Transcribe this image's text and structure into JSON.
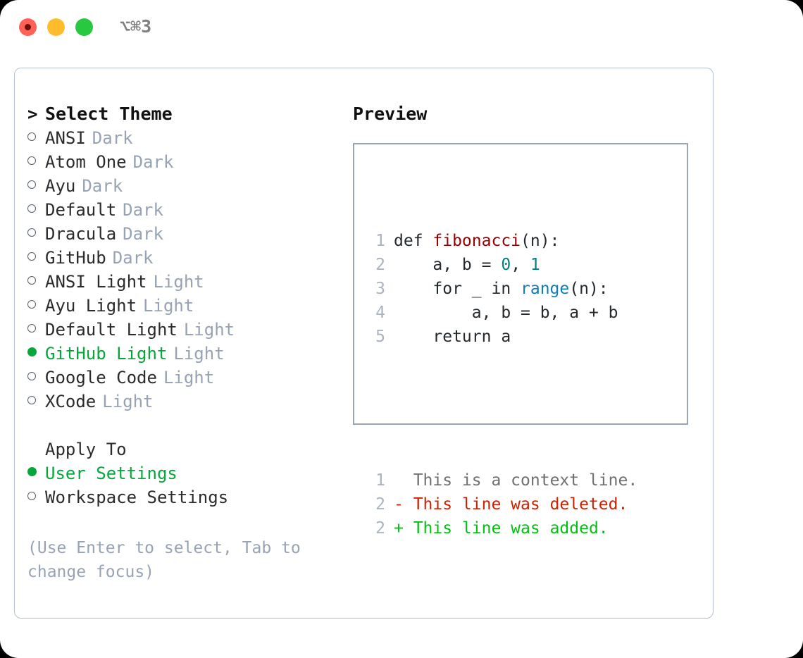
{
  "window": {
    "shortcut": "⌥⌘3",
    "traffic_lights": [
      "close-red",
      "minimize-yellow",
      "maximize-green"
    ],
    "colors": {
      "red": "#ff6058",
      "yellow": "#ffbd2e",
      "green": "#28c840",
      "accent_green": "#07a63c",
      "muted": "#97a3b4",
      "frame_border": "#b6c0cc",
      "preview_border": "#9aa5b1"
    }
  },
  "theme_picker": {
    "header": "Select Theme",
    "header_marker": ">",
    "items": [
      {
        "marker": "radio-off",
        "label": "ANSI",
        "tag": "Dark",
        "selected": false
      },
      {
        "marker": "radio-off",
        "label": "Atom One",
        "tag": "Dark",
        "selected": false
      },
      {
        "marker": "radio-off",
        "label": "Ayu",
        "tag": "Dark",
        "selected": false
      },
      {
        "marker": "radio-off",
        "label": "Default",
        "tag": "Dark",
        "selected": false
      },
      {
        "marker": "radio-off",
        "label": "Dracula",
        "tag": "Dark",
        "selected": false
      },
      {
        "marker": "radio-off",
        "label": "GitHub",
        "tag": "Dark",
        "selected": false
      },
      {
        "marker": "radio-off",
        "label": "ANSI Light",
        "tag": "Light",
        "selected": false
      },
      {
        "marker": "radio-off",
        "label": "Ayu Light",
        "tag": "Light",
        "selected": false
      },
      {
        "marker": "radio-off",
        "label": "Default Light",
        "tag": "Light",
        "selected": false
      },
      {
        "marker": "radio-on",
        "label": "GitHub Light",
        "tag": "Light",
        "selected": true
      },
      {
        "marker": "radio-off",
        "label": "Google Code",
        "tag": "Light",
        "selected": false
      },
      {
        "marker": "radio-off",
        "label": "XCode",
        "tag": "Light",
        "selected": false
      }
    ]
  },
  "apply_to": {
    "title": "Apply To",
    "items": [
      {
        "marker": "radio-on",
        "label": "User Settings",
        "selected": true
      },
      {
        "marker": "radio-off",
        "label": "Workspace Settings",
        "selected": false
      }
    ]
  },
  "hint": "(Use Enter to select, Tab to change focus)",
  "preview": {
    "title": "Preview",
    "code_lines": [
      {
        "n": "1",
        "tokens": [
          {
            "t": "def ",
            "c": "plain"
          },
          {
            "t": "fibonacci",
            "c": "func"
          },
          {
            "t": "(n):",
            "c": "plain"
          }
        ]
      },
      {
        "n": "2",
        "tokens": [
          {
            "t": "    a, b = ",
            "c": "plain"
          },
          {
            "t": "0",
            "c": "num"
          },
          {
            "t": ", ",
            "c": "plain"
          },
          {
            "t": "1",
            "c": "num"
          }
        ]
      },
      {
        "n": "3",
        "tokens": [
          {
            "t": "    for _ in ",
            "c": "plain"
          },
          {
            "t": "range",
            "c": "builtin"
          },
          {
            "t": "(n):",
            "c": "plain"
          }
        ]
      },
      {
        "n": "4",
        "tokens": [
          {
            "t": "        a, b = b, a + b",
            "c": "plain"
          }
        ]
      },
      {
        "n": "5",
        "tokens": [
          {
            "t": "    return a",
            "c": "plain"
          }
        ]
      }
    ],
    "diff_lines": [
      {
        "n": "1",
        "sign": "  ",
        "text": "This is a context line.",
        "kind": "ctx"
      },
      {
        "n": "2",
        "sign": "- ",
        "text": "This line was deleted.",
        "kind": "del"
      },
      {
        "n": "2",
        "sign": "+ ",
        "text": "This line was added.",
        "kind": "add"
      }
    ]
  }
}
